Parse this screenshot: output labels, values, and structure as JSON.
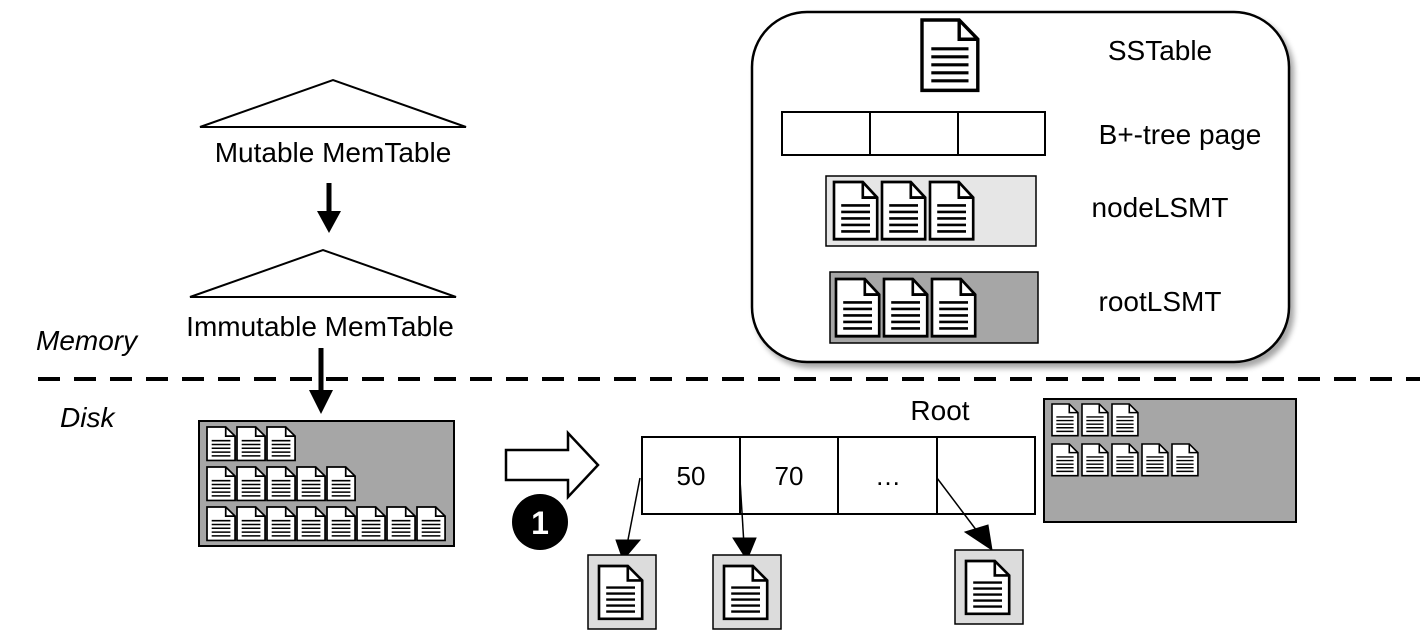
{
  "memory_section": {
    "label": "Memory",
    "mutable_memtable": "Mutable MemTable",
    "immutable_memtable": "Immutable MemTable"
  },
  "disk_section": {
    "label": "Disk",
    "step_number": "1",
    "btree": {
      "root_label": "Root",
      "keys": [
        "50",
        "70",
        "…",
        ""
      ]
    }
  },
  "legend": {
    "sstable": "SSTable",
    "btree_page": "B+-tree page",
    "node_lsmt": "nodeLSMT",
    "root_lsmt": "rootLSMT"
  },
  "colors": {
    "root_lsmt_fill": "#a6a6a6",
    "node_lsmt_fill": "#e6e6e6",
    "leaf_sstable_fill": "#dcdcdc"
  }
}
